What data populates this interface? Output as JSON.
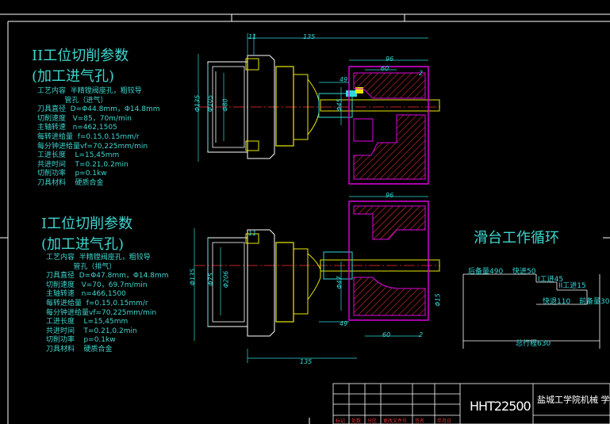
{
  "colors": {
    "background": "#000000",
    "frame": "#ffffff",
    "text": "#3fd6cf",
    "dimension": "#33d8d8",
    "part_yellow": "#e8e800",
    "section_magenta": "#e000e0",
    "centerline_red": "#ff3030",
    "hatch_red": "#e03030"
  },
  "station2": {
    "title": "II工位切削参数",
    "subtitle": "(加工进气孔)",
    "params": [
      "工艺内容  半精镗阀座孔，粗铰导",
      "            管孔（进气）",
      "刀具直径  D=Φ44.8mm，Φ14.8mm",
      "切削速度   V=85，70m/min",
      "主轴转速   n=462,1505",
      "每转进给量  f=0.15,0.15mm/r",
      "每分钟进给量vf=70,225mm/min",
      "工进长度    L=15,45mm",
      "共进时间    T=0.21,0.2min",
      "切削功率    p=0.1kw",
      "刀具材料    硬质合金"
    ]
  },
  "station1": {
    "title": "I工位切削参数",
    "subtitle": "(加工进气孔)",
    "params": [
      "工艺内容  半精镗阀座孔，粗铰导",
      "            管孔（排气）",
      "刀具直径  D=Φ47.8mm，Φ14.8mm",
      "切削速度   V=70，69.7m/min",
      "主轴转速   n=466,1500",
      "每转进给量  f=0.15,0.15mm/r",
      "每分钟进给量vf=70,225mm/min",
      "工进长度    L=15,45mm",
      "共进时间    T=0.21,0.2min",
      "切削功率    p=0.1kw",
      "刀具材料    硬质合金"
    ]
  },
  "upper_dims": {
    "d11": "11",
    "d135": "135",
    "d96": "96",
    "d60": "60",
    "d49": "49",
    "d2": "2",
    "phi135": "Φ135",
    "phi105": "Φ105",
    "phi80": "Φ80",
    "phi45": "Φ45"
  },
  "lower_dims": {
    "d96": "96",
    "d11": "11",
    "d49": "49",
    "d60": "60",
    "d2": "2",
    "d135": "135",
    "phi135": "Φ135",
    "phi75": "Φ75",
    "phi206": "Φ206",
    "phi47": "Φ47",
    "phi15": "Φ15"
  },
  "cycle": {
    "title": "滑台工作循环",
    "backup": "后备量490",
    "fast_in": "快进50",
    "work1": "I工进45",
    "work2": "II工进15",
    "fast_back": "快退110",
    "front": "前备量30",
    "total": "总行程630"
  },
  "title_block": {
    "drawing_no": "HHT22500",
    "school": "盐城工学院机械 学院",
    "cols": [
      "标记",
      "处数",
      "分区",
      "更改文件号",
      "签名",
      "年月日"
    ]
  }
}
